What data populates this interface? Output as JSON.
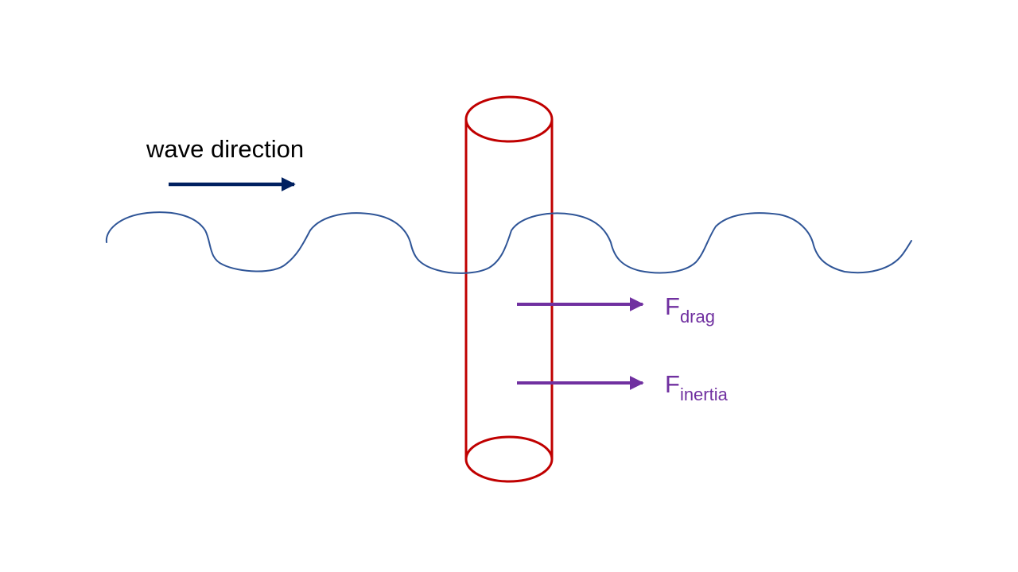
{
  "diagram": {
    "wave_direction_label": "wave direction",
    "forces": [
      {
        "symbol": "F",
        "subscript": "drag"
      },
      {
        "symbol": "F",
        "subscript": "inertia"
      }
    ]
  },
  "colors": {
    "wave": "#2f5597",
    "direction_arrow": "#002060",
    "cylinder": "#c00000",
    "force_arrows": "#7030a0",
    "text": "#000000"
  }
}
